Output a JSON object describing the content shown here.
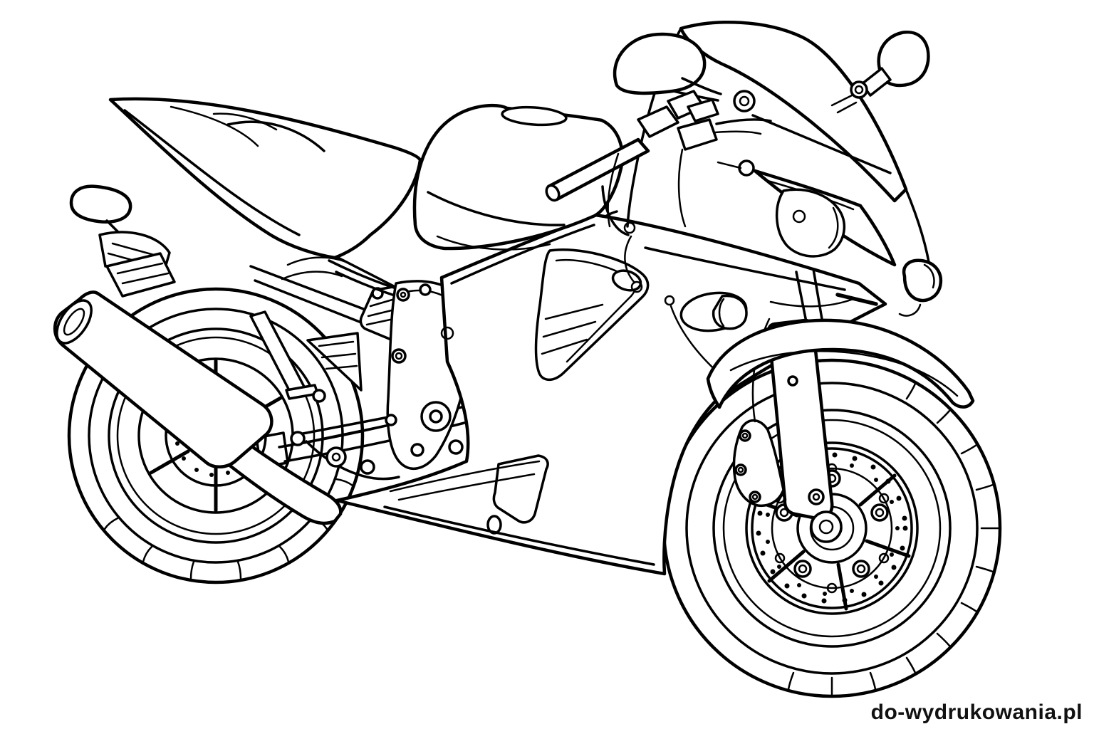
{
  "page": {
    "title": "Motorcycle coloring page",
    "background_color": "#ffffff",
    "line_color": "#000000"
  },
  "artwork": {
    "subject": "Black-and-white line art of a sport motorcycle (coloring page), side three-quarter view facing right",
    "elements": [
      "rear-wheel",
      "exhaust-muffler",
      "tail-section",
      "seat",
      "fuel-tank",
      "handlebars",
      "mirrors",
      "windscreen",
      "front-fairing",
      "headlight",
      "air-vent",
      "belly-pan",
      "front-fork",
      "brake-disc",
      "brake-caliper",
      "front-fender",
      "front-wheel",
      "turn-signals",
      "engine-details"
    ]
  },
  "watermark": {
    "text": "do-wydrukowania.pl",
    "color": "#111111"
  }
}
